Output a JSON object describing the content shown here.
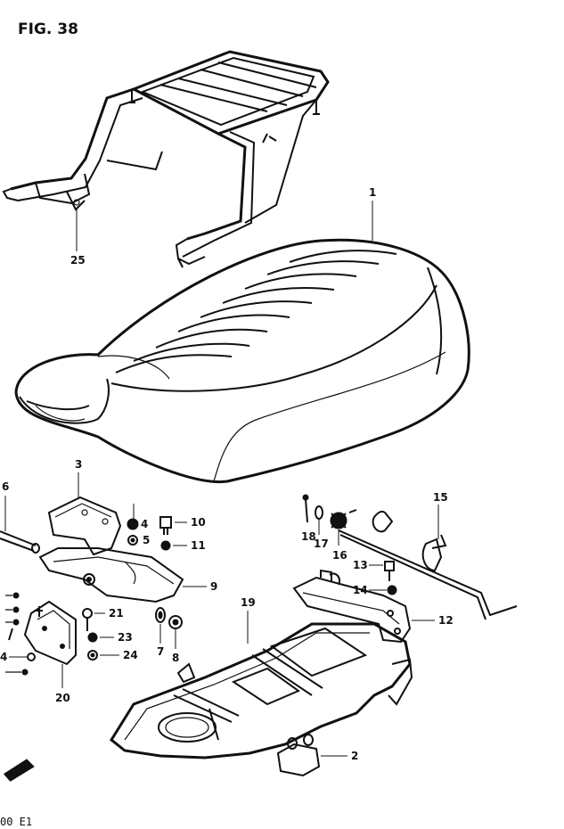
{
  "figure": {
    "title": "FIG. 38",
    "footer_code": "00 E1"
  },
  "callouts": {
    "c1": "1",
    "c2": "2",
    "c3": "3",
    "c4": "4",
    "c5": "5",
    "c6": "6",
    "c7": "7",
    "c8": "8",
    "c9": "9",
    "c10": "10",
    "c11": "11",
    "c12": "12",
    "c13": "13",
    "c14": "14",
    "c15": "15",
    "c16": "16",
    "c17": "17",
    "c18": "18",
    "c19": "19",
    "c20": "20",
    "c21": "21",
    "c23": "23",
    "c24": "24",
    "c25": "25",
    "c4b": "4"
  }
}
